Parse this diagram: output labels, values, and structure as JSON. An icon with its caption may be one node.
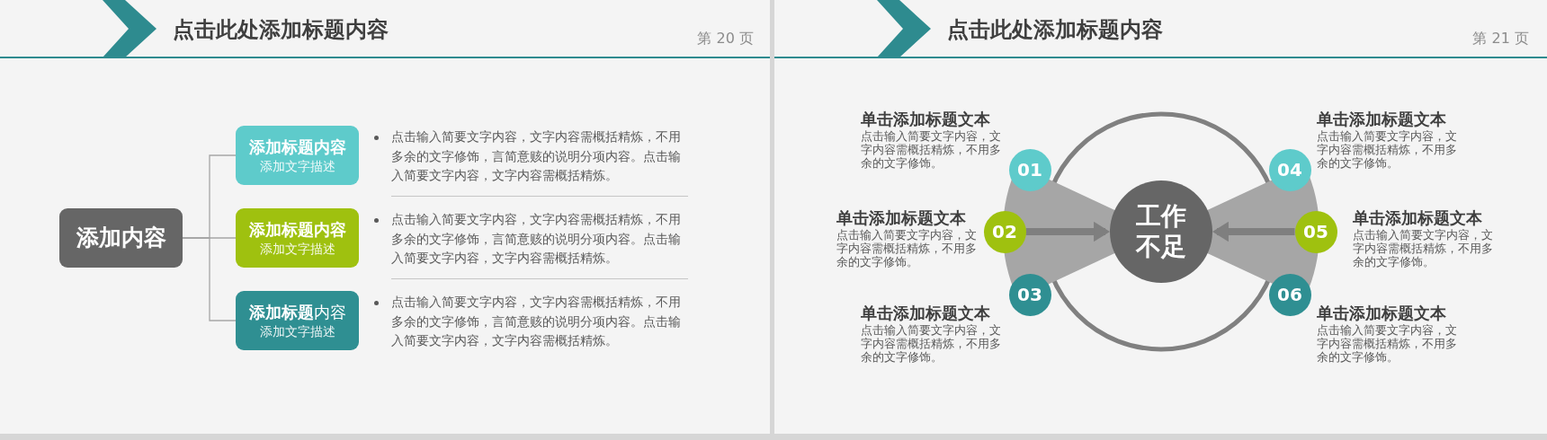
{
  "diagram": {
    "nodes": [
      {
        "text": [
          "添加内容"
        ]
      },
      {
        "text": [
          "添加标题内容",
          "添加文字描述"
        ],
        "beside": [
          "点击输入简要文字内容，文字内容需概括精炼，不用多余的文字修饰，言简意赅的说明分项内容。点击输入简要文字内容，文字内容需概括精炼。"
        ]
      },
      {
        "text": [
          "添加标题内容",
          "添加文字描述"
        ],
        "beside": [
          "点击输入简要文字内容，文字内容需概括精炼，不用多余的文字修饰，言简意赅的说明分项内容。点击输入简要文字内容，文字内容需概括精炼。"
        ]
      },
      {
        "text": [
          "**添加标题**内容",
          "添加文字描述"
        ],
        "beside": [
          "点击输入简要文字内容，文字内容需概括精炼，不用多余的文字修饰，言简意赅的说明分项内容。点击输入简要文字内容，文字内容需概括精炼。"
        ]
      },
      {
        "text": [
          "工作不足"
        ]
      },
      {
        "text": [
          "01"
        ],
        "beside": [
          "单击添加标题文本",
          "点击输入简要文字内容，文字内容需概括精炼，不用多余的文字修饰。"
        ]
      },
      {
        "text": [
          "02"
        ],
        "beside": [
          "单击添加标题文本",
          "点击输入简要文字内容，文字内容需概括精炼，不用多余的文字修饰。"
        ]
      },
      {
        "text": [
          "03"
        ],
        "beside": [
          "单击添加标题文本",
          "点击输入简要文字内容，文字内容需概括精炼，不用多余的文字修饰。"
        ]
      },
      {
        "text": [
          "04"
        ],
        "beside": [
          "单击添加标题文本",
          "点击输入简要文字内容，文字内容需概括精炼，不用多余的文字修饰。"
        ]
      },
      {
        "text": [
          "05"
        ],
        "beside": [
          "单击添加标题文本",
          "点击输入简要文字内容，文字内容需概括精炼，不用多余的文字修饰。"
        ]
      },
      {
        "text": [
          "06"
        ],
        "beside": [
          "单击添加标题文本",
          "点击输入简要文字内容，文字内容需概括精炼，不用多余的文字修饰。"
        ]
      }
    ],
    "edges": [
      {
        "from": 0,
        "to": 1,
        "arrow": "none"
      },
      {
        "from": 0,
        "to": 2,
        "arrow": "none"
      },
      {
        "from": 0,
        "to": 3,
        "arrow": "none"
      },
      {
        "from": 6,
        "to": 4,
        "arrow": "to",
        "style": "thick",
        "color": "#7f7f7f"
      },
      {
        "from": 9,
        "to": 4,
        "arrow": "to",
        "style": "thick",
        "color": "#7f7f7f"
      }
    ],
    "labels": [
      "点击此处添加标题内容",
      "第 20 页",
      "点击此处添加标题内容",
      "第 21 页"
    ]
  }
}
